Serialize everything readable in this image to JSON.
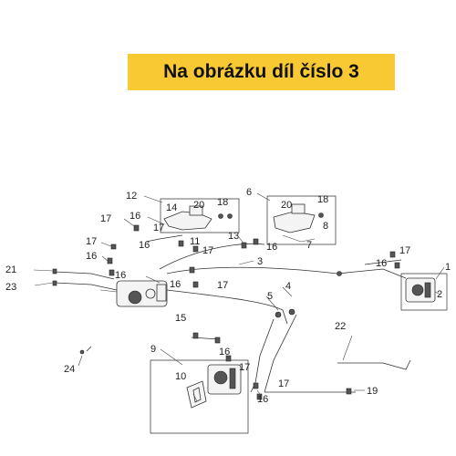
{
  "banner": {
    "text": "Na obrázku díl číslo 3"
  },
  "callouts": [
    {
      "id": "c12",
      "text": "12"
    },
    {
      "id": "c14",
      "text": "14"
    },
    {
      "id": "c20a",
      "text": "20"
    },
    {
      "id": "c18a",
      "text": "18"
    },
    {
      "id": "c6",
      "text": "6"
    },
    {
      "id": "c20b",
      "text": "20"
    },
    {
      "id": "c18b",
      "text": "18"
    },
    {
      "id": "c8",
      "text": "8"
    },
    {
      "id": "c17a",
      "text": "17"
    },
    {
      "id": "c16a",
      "text": "16"
    },
    {
      "id": "c17b",
      "text": "17"
    },
    {
      "id": "c17c",
      "text": "17"
    },
    {
      "id": "c11",
      "text": "11"
    },
    {
      "id": "c16b",
      "text": "16"
    },
    {
      "id": "c17d",
      "text": "17"
    },
    {
      "id": "c13",
      "text": "13"
    },
    {
      "id": "c16c",
      "text": "16"
    },
    {
      "id": "c7",
      "text": "7"
    },
    {
      "id": "c16d",
      "text": "16"
    },
    {
      "id": "c3",
      "text": "3"
    },
    {
      "id": "c17e",
      "text": "17"
    },
    {
      "id": "c1",
      "text": "1"
    },
    {
      "id": "c16e",
      "text": "16"
    },
    {
      "id": "c21",
      "text": "21"
    },
    {
      "id": "c16f",
      "text": "16"
    },
    {
      "id": "c23",
      "text": "23"
    },
    {
      "id": "c16g",
      "text": "16"
    },
    {
      "id": "c17f",
      "text": "17"
    },
    {
      "id": "c4",
      "text": "4"
    },
    {
      "id": "c2",
      "text": "2"
    },
    {
      "id": "c5",
      "text": "5"
    },
    {
      "id": "c15",
      "text": "15"
    },
    {
      "id": "c22",
      "text": "22"
    },
    {
      "id": "c9",
      "text": "9"
    },
    {
      "id": "c16h",
      "text": "16"
    },
    {
      "id": "c17g",
      "text": "17"
    },
    {
      "id": "c24",
      "text": "24"
    },
    {
      "id": "c10",
      "text": "10"
    },
    {
      "id": "c17h",
      "text": "17"
    },
    {
      "id": "c19",
      "text": "19"
    },
    {
      "id": "c16i",
      "text": "16"
    }
  ]
}
